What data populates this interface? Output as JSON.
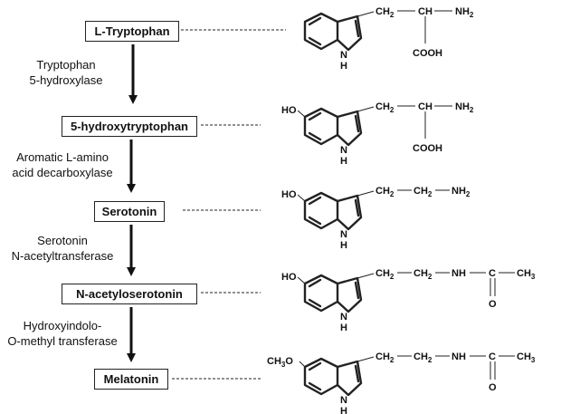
{
  "pathway": {
    "compounds": [
      {
        "name": "L-Tryptophan",
        "structure": {
          "prefix": "",
          "side_chain": "tryptophan"
        }
      },
      {
        "name": "5-hydroxytryptophan",
        "structure": {
          "prefix": "HO",
          "side_chain": "tryptophan"
        }
      },
      {
        "name": "Serotonin",
        "structure": {
          "prefix": "HO",
          "side_chain": "amine"
        }
      },
      {
        "name": "N-acetyloserotonin",
        "structure": {
          "prefix": "HO",
          "side_chain": "acetylamine"
        }
      },
      {
        "name": "Melatonin",
        "structure": {
          "prefix": "CH3O",
          "side_chain": "acetylamine"
        }
      }
    ],
    "enzymes": [
      {
        "line1": "Tryptophan",
        "line2": "5-hydroxylase"
      },
      {
        "line1": "Aromatic L-amino",
        "line2": "acid decarboxylase"
      },
      {
        "line1": "Serotonin",
        "line2": "N-acetyltransferase"
      },
      {
        "line1": "Hydroxyindolo-",
        "line2": "O-methyl transferase"
      }
    ]
  },
  "chem_labels": {
    "ch2": "CH",
    "ch2_sub": "2",
    "ch": "CH",
    "nh2": "NH",
    "nh2_sub": "2",
    "nh": "NH",
    "n": "N",
    "h": "H",
    "c": "C",
    "o": "O",
    "cooh": "COOH",
    "ho": "HO",
    "ch3o_main": "CH",
    "ch3o_sub": "3",
    "ch3o_tail": "O",
    "ch3": "CH",
    "ch3_sub": "3"
  }
}
